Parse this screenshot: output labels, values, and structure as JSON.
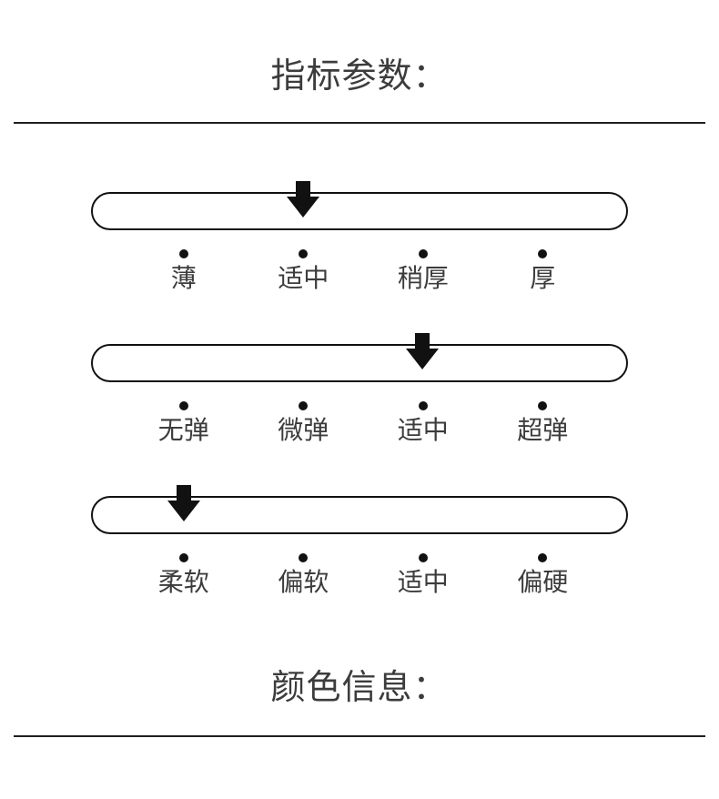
{
  "header": {
    "title": "指标参数："
  },
  "footer": {
    "title": "颜色信息："
  },
  "scales": [
    {
      "selected_index": 1,
      "options": [
        "薄",
        "适中",
        "稍厚",
        "厚"
      ]
    },
    {
      "selected_index": 2,
      "options": [
        "无弹",
        "微弹",
        "适中",
        "超弹"
      ]
    },
    {
      "selected_index": 0,
      "options": [
        "柔软",
        "偏软",
        "适中",
        "偏硬"
      ]
    }
  ],
  "icons": {
    "selection_arrow": "down-arrow-icon"
  },
  "colors": {
    "background": "#ffffff",
    "ink": "#111111",
    "text": "#3c3c3c",
    "divider": "#1f1f1f"
  }
}
